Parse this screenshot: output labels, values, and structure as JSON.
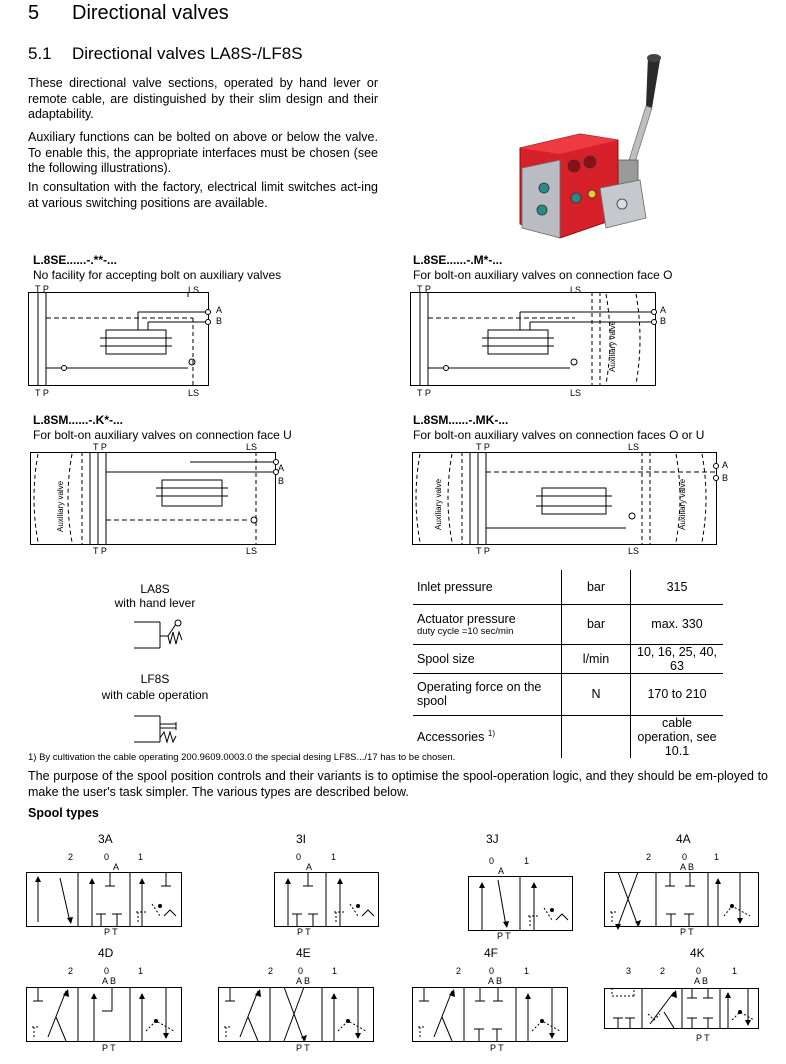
{
  "header": {
    "number": "5",
    "title": "Directional valves"
  },
  "section": {
    "number": "5.1",
    "title": "Directional valves LA8S-/LF8S"
  },
  "intro": [
    "These directional valve sections, operated by hand lever or remote cable, are distinguished by their slim design and their adaptability.",
    "Auxiliary functions can be bolted on above or below the valve. To enable this, the appropriate interfaces must be chosen (see the following illustrations).",
    "In consultation with the factory, electrical limit switches act-ing at various switching positions are available."
  ],
  "schematics": [
    {
      "code": "L.8SE......-.**-...",
      "desc": "No facility for accepting bolt on auxiliary valves"
    },
    {
      "code": "L.8SE......-.M*-...",
      "desc": "For bolt-on auxiliary valves on connection face O"
    },
    {
      "code": "L.8SM......-.K*-...",
      "desc": "For bolt-on auxiliary valves on connection face U"
    },
    {
      "code": "L.8SM......-.MK-...",
      "desc": "For bolt-on auxiliary valves on connection faces O or U"
    }
  ],
  "port_labels": {
    "tp": "T P",
    "ls": "LS",
    "a": "A",
    "b": "B",
    "aux": "Auxiliary valve"
  },
  "operation": [
    {
      "name": "LA8S",
      "desc": "with hand lever"
    },
    {
      "name": "LF8S",
      "desc": "with cable operation"
    }
  ],
  "spec_table": [
    {
      "param": "Inlet pressure",
      "note": "",
      "unit": "bar",
      "value": "315"
    },
    {
      "param": "Actuator pressure",
      "note": "duty cycle =10 sec/min",
      "unit": "bar",
      "value": "max. 330"
    },
    {
      "param": "Spool size",
      "note": "",
      "unit": "l/min",
      "value": "10, 16, 25, 40, 63"
    },
    {
      "param": "Operating force on the spool",
      "note": "",
      "unit": "N",
      "value": "170 to 210"
    },
    {
      "param": "Accessories",
      "sup": "1)",
      "note": "",
      "unit": "",
      "value": "cable operation, see 10.1"
    }
  ],
  "footnote": "1) By cultivation the cable operating 200.9609.0003.0 the special desing LF8S.../17 has to be chosen.",
  "purpose": "The purpose of the spool position controls and their variants is to optimise the spool-operation logic, and they should be em-ployed to make the user's task simpler. The various types are described below.",
  "spool_heading": "Spool types",
  "spools": [
    {
      "name": "3A",
      "positions": [
        "2",
        "0",
        "1"
      ],
      "ports_top": "A",
      "ports_bottom": "P T"
    },
    {
      "name": "3I",
      "positions": [
        "0",
        "1"
      ],
      "ports_top": "A",
      "ports_bottom": "P T"
    },
    {
      "name": "3J",
      "positions": [
        "0",
        "1"
      ],
      "ports_top": "A",
      "ports_bottom": "P T"
    },
    {
      "name": "4A",
      "positions": [
        "2",
        "0",
        "1"
      ],
      "ports_top": "A B",
      "ports_bottom": "P T"
    },
    {
      "name": "4D",
      "positions": [
        "2",
        "0",
        "1"
      ],
      "ports_top": "A B",
      "ports_bottom": "P T"
    },
    {
      "name": "4E",
      "positions": [
        "2",
        "0",
        "1"
      ],
      "ports_top": "A B",
      "ports_bottom": "P T"
    },
    {
      "name": "4F",
      "positions": [
        "2",
        "0",
        "1"
      ],
      "ports_top": "A B",
      "ports_bottom": "P T"
    },
    {
      "name": "4K",
      "positions": [
        "3",
        "2",
        "0",
        "1"
      ],
      "ports_top": "A B",
      "ports_bottom": "P T"
    }
  ]
}
